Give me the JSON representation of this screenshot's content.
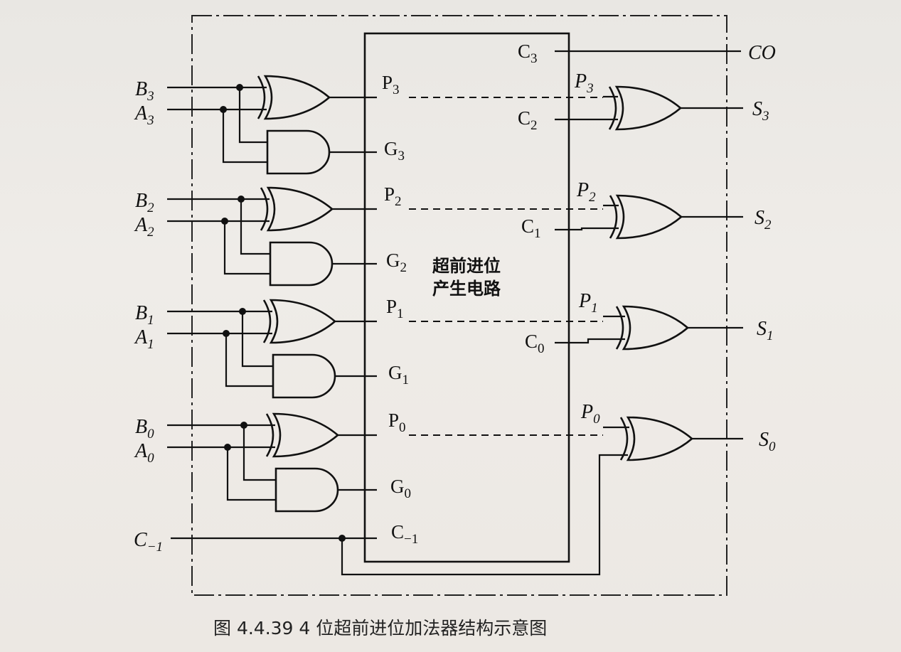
{
  "caption": "图 4.4.39   4 位超前进位加法器结构示意图",
  "box_label_line1": "超前进位",
  "box_label_line2": "产生电路",
  "inputs": [
    {
      "b": "B",
      "b_sub": "3",
      "a": "A",
      "a_sub": "3"
    },
    {
      "b": "B",
      "b_sub": "2",
      "a": "A",
      "a_sub": "2"
    },
    {
      "b": "B",
      "b_sub": "1",
      "a": "A",
      "a_sub": "1"
    },
    {
      "b": "B",
      "b_sub": "0",
      "a": "A",
      "a_sub": "0"
    }
  ],
  "box_left_ports": [
    {
      "name": "P",
      "sub": "3"
    },
    {
      "name": "G",
      "sub": "3"
    },
    {
      "name": "P",
      "sub": "2"
    },
    {
      "name": "G",
      "sub": "2"
    },
    {
      "name": "P",
      "sub": "1"
    },
    {
      "name": "G",
      "sub": "1"
    },
    {
      "name": "P",
      "sub": "0"
    },
    {
      "name": "G",
      "sub": "0"
    },
    {
      "name": "C",
      "sub": "−1"
    }
  ],
  "box_right_ports": [
    {
      "name": "C",
      "sub": "3"
    },
    {
      "name": "C",
      "sub": "2"
    },
    {
      "name": "C",
      "sub": "1"
    },
    {
      "name": "C",
      "sub": "0"
    }
  ],
  "p_labels": [
    {
      "name": "P",
      "sub": "3"
    },
    {
      "name": "P",
      "sub": "2"
    },
    {
      "name": "P",
      "sub": "1"
    },
    {
      "name": "P",
      "sub": "0"
    }
  ],
  "outputs": [
    {
      "name": "CO",
      "sub": ""
    },
    {
      "name": "S",
      "sub": "3"
    },
    {
      "name": "S",
      "sub": "2"
    },
    {
      "name": "S",
      "sub": "1"
    },
    {
      "name": "S",
      "sub": "0"
    }
  ],
  "carry_in": {
    "name": "C",
    "sub": "−1"
  }
}
